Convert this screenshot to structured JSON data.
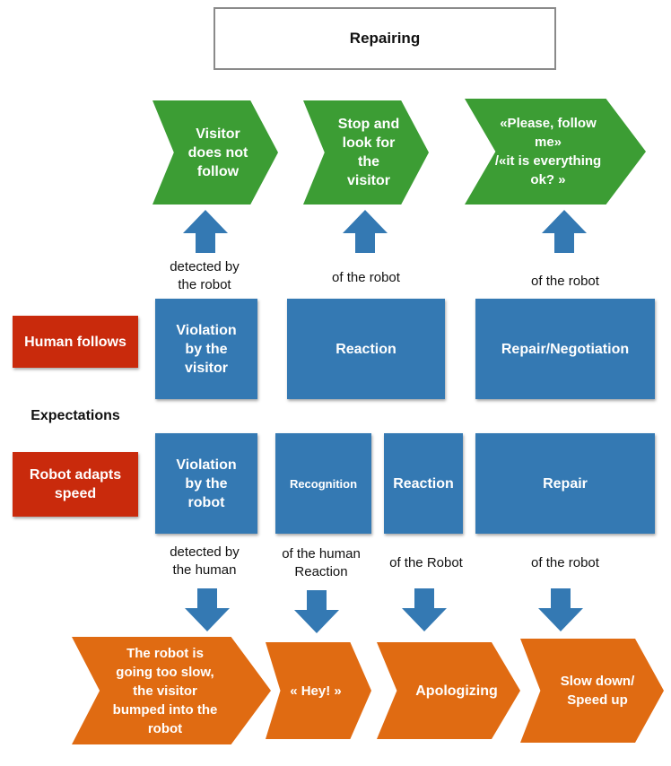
{
  "title": "Repairing",
  "green_chevrons": [
    "Visitor\ndoes not\nfollow",
    "Stop and\nlook for\nthe\nvisitor",
    "«Please, follow\nme»\n/«it is everything\nok? »"
  ],
  "top_notes": [
    "detected by\nthe robot",
    "of the robot",
    "of the robot"
  ],
  "side_labels": {
    "human": "Human follows",
    "expectations": "Expectations",
    "robot": "Robot adapts\nspeed"
  },
  "human_boxes": [
    "Violation\nby the\nvisitor",
    "Reaction",
    "Repair/Negotiation"
  ],
  "robot_boxes": [
    "Violation\nby the\nrobot",
    "Recognition",
    "Reaction",
    "Repair"
  ],
  "bottom_notes": [
    "detected by\nthe human",
    "of the human\nReaction",
    "of the Robot",
    "of the robot"
  ],
  "orange_chevrons": [
    "The robot is\ngoing too slow,\nthe visitor\nbumped into the\nrobot",
    "« Hey! »",
    "Apologizing",
    "Slow down/\nSpeed up"
  ],
  "colors": {
    "green": "#3c9d34",
    "orange": "#e06b12",
    "blue": "#3479b3",
    "red": "#c92a0c"
  }
}
